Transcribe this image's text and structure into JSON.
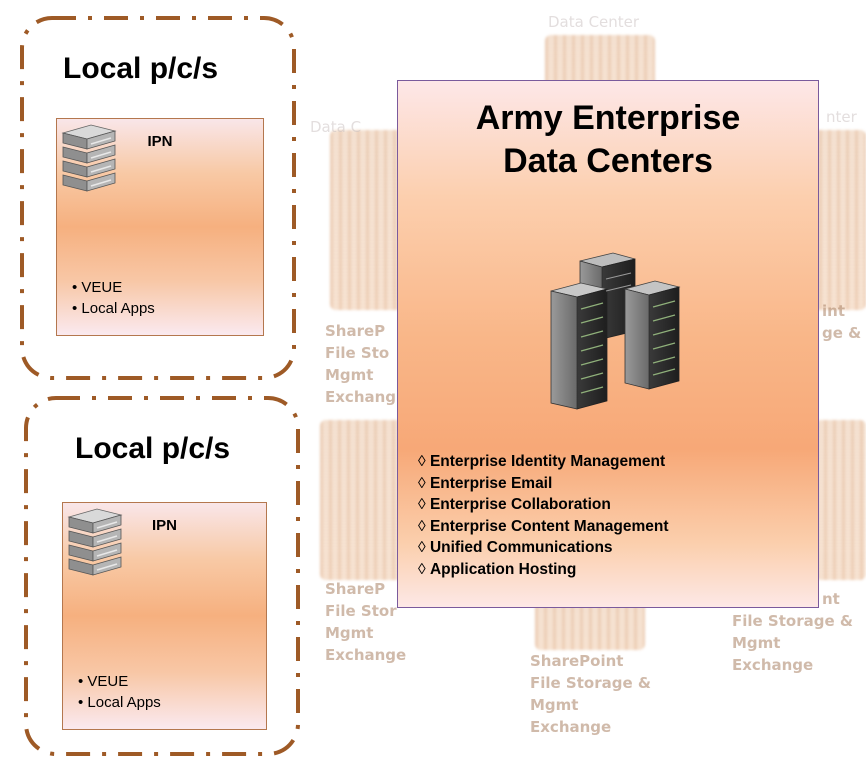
{
  "background": {
    "labels": [
      "Data Center",
      "Data C",
      "nter"
    ],
    "left_list_fragments": [
      "ShareP",
      "File Sto",
      "Mgmt",
      "Exchang"
    ],
    "left_lower_fragments": [
      "ShareP",
      "File Stor",
      "Mgmt",
      "Exchange"
    ],
    "right_upper_fragments": [
      "int",
      "ge &"
    ],
    "right_lower_fragments": [
      "nt",
      "File Storage &",
      "Mgmt",
      "Exchange"
    ],
    "center_list": [
      "SharePoint",
      "File Storage &",
      "Mgmt",
      "Exchange"
    ]
  },
  "local_groups": [
    {
      "title": "Local p/c/s",
      "ipn": {
        "title": "IPN",
        "items": [
          "VEUE",
          "Local Apps"
        ]
      }
    },
    {
      "title": "Local p/c/s",
      "ipn": {
        "title": "IPN",
        "items": [
          "VEUE",
          "Local Apps"
        ]
      }
    }
  ],
  "army": {
    "title_line1": "Army Enterprise",
    "title_line2": "Data Centers",
    "items": [
      "Enterprise Identity Management",
      "Enterprise Email",
      "Enterprise Collaboration",
      "Enterprise Content Management",
      "Unified Communications",
      "Application Hosting"
    ]
  },
  "colors": {
    "dash_border": "#9e5a26",
    "ipn_border": "#b4774e",
    "army_border": "#7a5a9c",
    "gradient_mid": "#f6b07f"
  },
  "icons": [
    "server-stack-icon",
    "server-racks-icon"
  ]
}
